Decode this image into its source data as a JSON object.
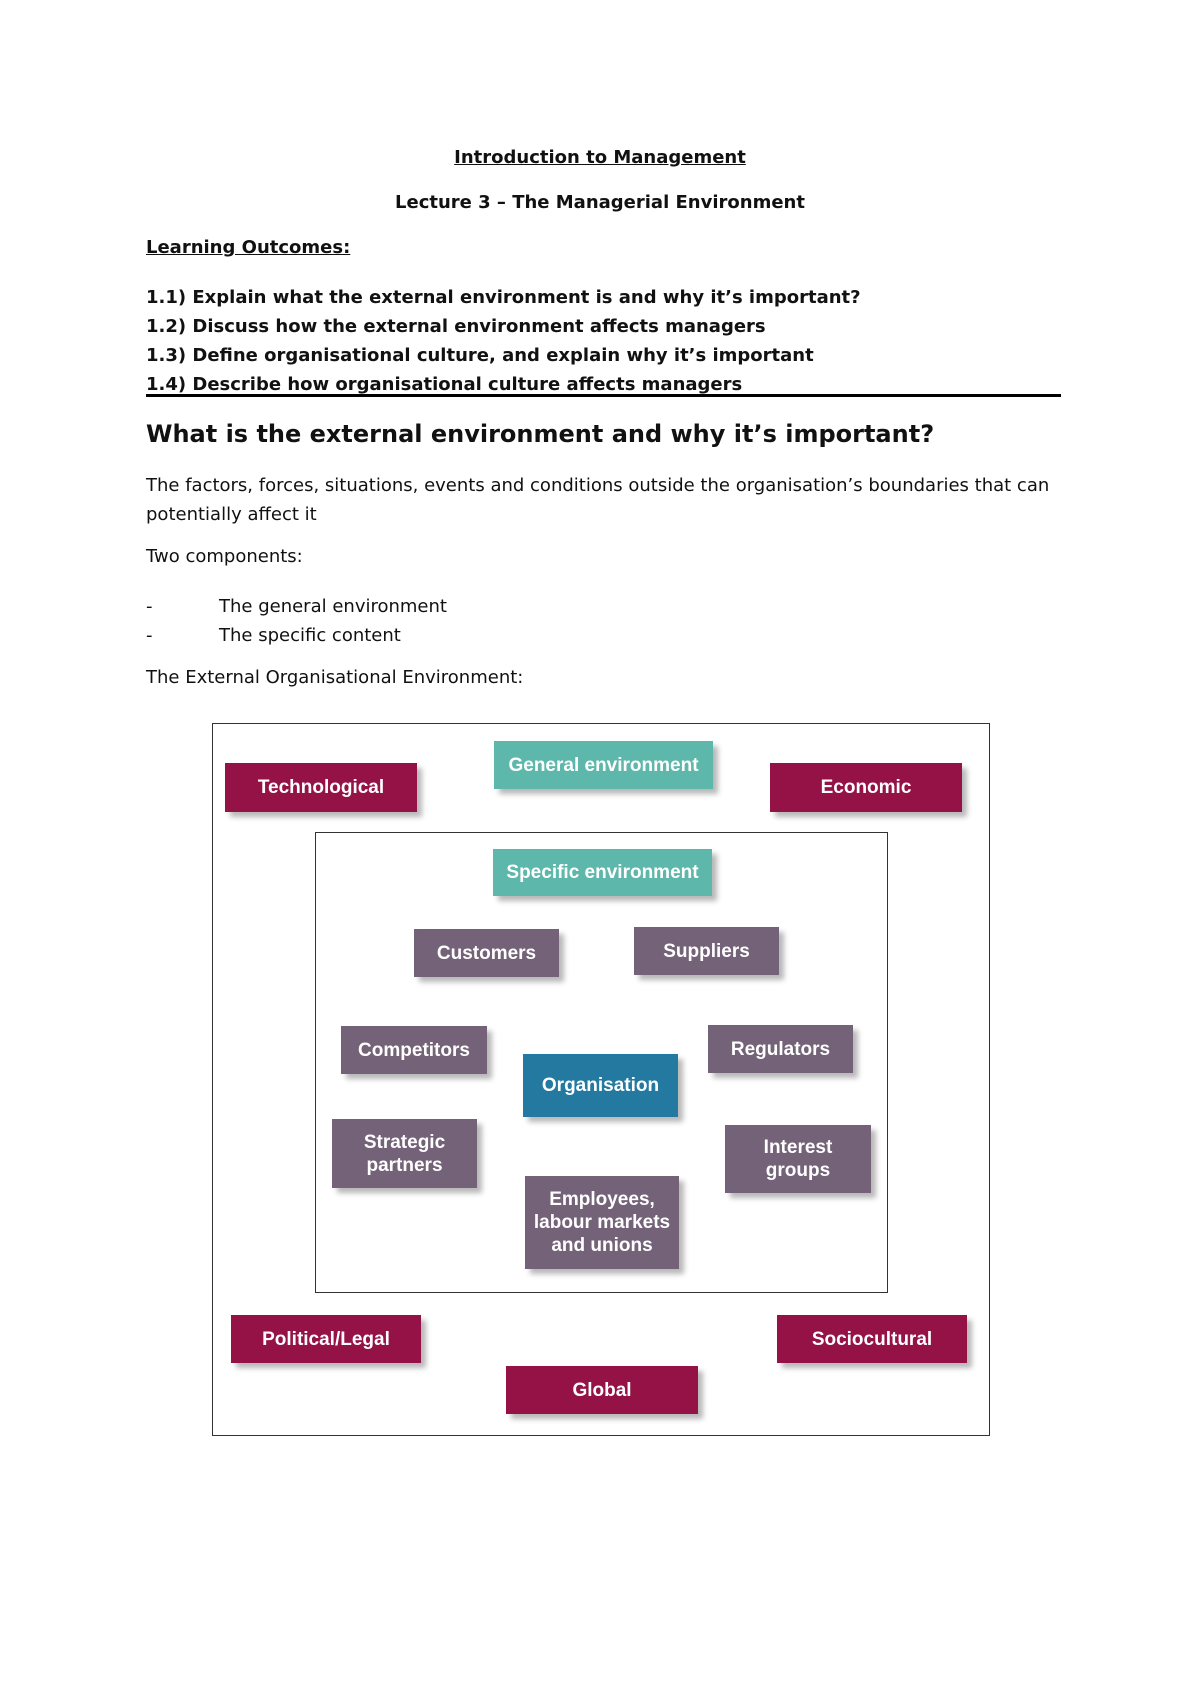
{
  "document": {
    "course_title": "Introduction to Management",
    "lecture_title": "Lecture 3 – The Managerial Environment",
    "learning_outcomes_heading": "Learning Outcomes:",
    "learning_outcomes": [
      "1.1) Explain what the external environment is and why it’s important?",
      "1.2) Discuss how the external environment affects managers",
      "1.3) Define organisational culture, and explain why it’s important",
      "1.4) Describe how organisational culture affects managers"
    ],
    "section_heading": "What is the external environment and why it’s important?",
    "definition": "The factors, forces, situations, events and conditions outside the organisation’s boundaries that can potentially affect it",
    "two_components_label": "Two components:",
    "components": [
      {
        "bullet": "-",
        "text": "The general environment"
      },
      {
        "bullet": "-",
        "text": "The specific content"
      }
    ],
    "figure_caption": "The External Organisational Environment:"
  },
  "diagram": {
    "colors": {
      "general_box": "#941245",
      "environment_title_box": "#5db8ab",
      "specific_box": "#746378",
      "organisation_box": "#2479a0"
    },
    "general_environment_label": "General environment",
    "specific_environment_label": "Specific environment",
    "organisation_label": "Organisation",
    "general_factors": {
      "technological": "Technological",
      "economic": "Economic",
      "political_legal": "Political/Legal",
      "sociocultural": "Sociocultural",
      "global": "Global"
    },
    "specific_factors": {
      "customers": "Customers",
      "suppliers": "Suppliers",
      "competitors": "Competitors",
      "regulators": "Regulators",
      "strategic_partners": "Strategic partners",
      "interest_groups": "Interest groups",
      "employees": "Employees, labour markets and unions"
    }
  }
}
